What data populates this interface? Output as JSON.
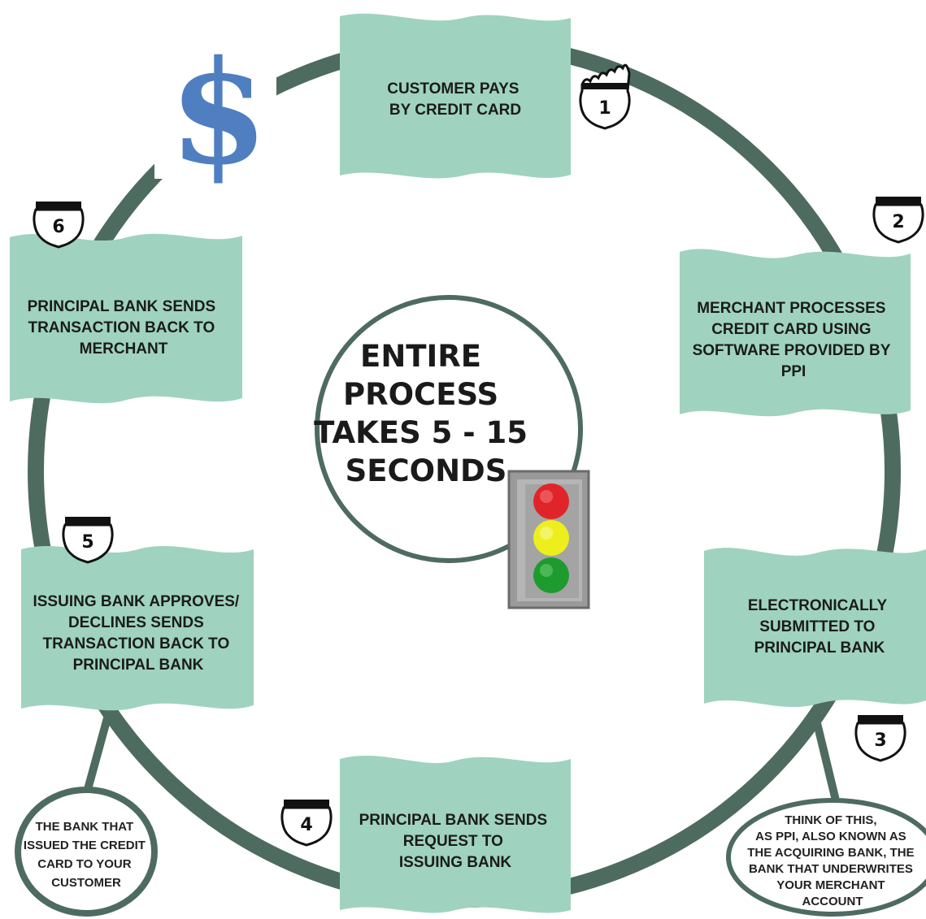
{
  "center": {
    "lines": [
      "ENTIRE",
      "PROCESS",
      "TAKES 5 - 15",
      "SECONDS"
    ]
  },
  "steps": [
    {
      "number": "1",
      "lines": [
        "CUSTOMER PAYS",
        "BY CREDIT CARD"
      ]
    },
    {
      "number": "2",
      "lines": [
        "MERCHANT PROCESSES",
        "CREDIT CARD USING",
        "SOFTWARE PROVIDED BY",
        "PPI"
      ]
    },
    {
      "number": "3",
      "lines": [
        "ELECTRONICALLY",
        "SUBMITTED TO",
        "PRINCIPAL BANK"
      ]
    },
    {
      "number": "4",
      "lines": [
        "PRINCIPAL BANK SENDS",
        "REQUEST TO",
        "ISSUING BANK"
      ]
    },
    {
      "number": "5",
      "lines": [
        "ISSUING BANK APPROVES/",
        "DECLINES SENDS",
        "TRANSACTION BACK TO",
        "PRINCIPAL BANK"
      ]
    },
    {
      "number": "6",
      "lines": [
        "PRINCIPAL BANK SENDS",
        "TRANSACTION BACK TO",
        "MERCHANT"
      ]
    }
  ],
  "notes": {
    "issuing": [
      "THE BANK THAT",
      "ISSUED THE CREDIT",
      "CARD TO YOUR",
      "CUSTOMER"
    ],
    "acquiring": [
      "THINK OF THIS,",
      "AS PPI, ALSO KNOWN AS",
      "THE ACQUIRING BANK, THE",
      "BANK THAT UNDERWRITES",
      "YOUR MERCHANT",
      "ACCOUNT"
    ]
  },
  "dollar_symbol": "$",
  "colors": {
    "ring": "#4e6b5f",
    "panel": "#9fd3bf",
    "dollar": "#4f7fc0",
    "light_red": "#e0252a",
    "light_yellow": "#eeee1e",
    "light_green": "#1e9b2e"
  },
  "icons": {
    "badge": "route-shield-icon",
    "traffic_light": "traffic-light-icon"
  }
}
